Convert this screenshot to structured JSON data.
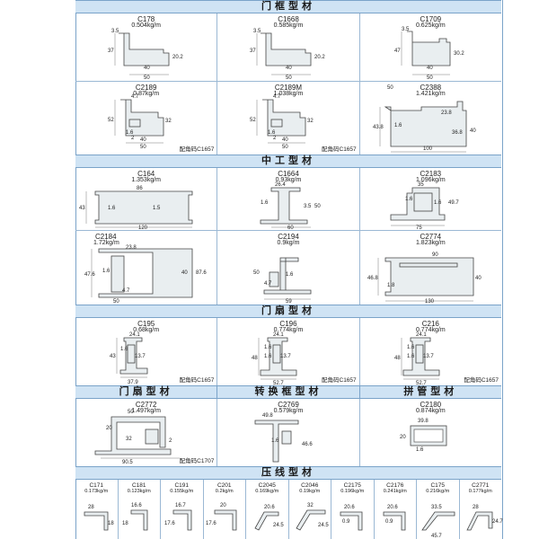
{
  "sections": [
    {
      "title": "门框型材"
    },
    {
      "title": "中工型材"
    },
    {
      "title": "门扇型材"
    },
    {
      "titles": [
        "门扇型材",
        "转换框型材",
        "拼管型材"
      ]
    },
    {
      "title": "压线型材"
    }
  ],
  "rows": [
    [
      {
        "code": "C178",
        "weight": "0.504kg/m",
        "dims": [
          "3.5",
          "37",
          "40",
          "50",
          "20.2"
        ]
      },
      {
        "code": "C1668",
        "weight": "0.585kg/m",
        "dims": [
          "3.5",
          "37",
          "40",
          "50",
          "20.2"
        ]
      },
      {
        "code": "C1709",
        "weight": "0.625kg/m",
        "dims": [
          "3.5",
          "47",
          "40",
          "50",
          "30.2"
        ]
      }
    ],
    [
      {
        "code": "C2189",
        "weight": "0.87kg/m",
        "dims": [
          "4.7",
          "52",
          "32",
          "1.6",
          "2",
          "40",
          "50"
        ],
        "note": "配角码C1657"
      },
      {
        "code": "C2189M",
        "weight": "1.038kg/m",
        "dims": [
          "4.7",
          "52",
          "32",
          "1.6",
          "2",
          "40",
          "50"
        ],
        "note": "配角码C1657"
      },
      {
        "code": "C2388",
        "weight": "1.421kg/m",
        "dims": [
          "50",
          "43.8",
          "1.6",
          "23.8",
          "36.8",
          "40",
          "100"
        ]
      }
    ],
    [
      {
        "code": "C164",
        "weight": "1.353kg/m",
        "dims": [
          "86",
          "43",
          "1.6",
          "1.5",
          "120"
        ]
      },
      {
        "code": "C1664",
        "weight": "0.93kg/m",
        "dims": [
          "26.4",
          "1.6",
          "3.5",
          "60",
          "50"
        ]
      },
      {
        "code": "C2183",
        "weight": "1.096kg/m",
        "dims": [
          "35",
          "1.6",
          "1.6",
          "49.7",
          "75"
        ]
      }
    ],
    [
      {
        "code": "C2184",
        "weight": "1.72kg/m",
        "dims": [
          "23.8",
          "47.6",
          "1.6",
          "40",
          "87.6",
          "4.7",
          "50"
        ]
      },
      {
        "code": "C2194",
        "weight": "0.9kg/m",
        "dims": [
          "50",
          "4.7",
          "1.6",
          "59"
        ]
      },
      {
        "code": "C2774",
        "weight": "1.823kg/m",
        "dims": [
          "90",
          "46.8",
          "1.8",
          "40",
          "130"
        ]
      }
    ],
    [
      {
        "code": "C195",
        "weight": "0.68kg/m",
        "dims": [
          "24.1",
          "43",
          "1.6",
          "13.7",
          "37.9"
        ],
        "note": "配角码C1657"
      },
      {
        "code": "C196",
        "weight": "0.774kg/m",
        "dims": [
          "24.1",
          "48",
          "1.6",
          "1.6",
          "13.7",
          "52.7"
        ],
        "note": "配角码C1657"
      },
      {
        "code": "C216",
        "weight": "0.774kg/m",
        "dims": [
          "24.1",
          "48",
          "1.6",
          "1.6",
          "13.7",
          "52.7"
        ],
        "note": "配角码C1657"
      }
    ],
    [
      {
        "code": "C2772",
        "weight": "1.497kg/m",
        "dims": [
          "50",
          "20",
          "32",
          "90.5",
          "2"
        ],
        "note": "配角码C1707"
      },
      {
        "code": "C2769",
        "weight": "0.579kg/m",
        "dims": [
          "49.8",
          "46.6",
          "1.6"
        ]
      },
      {
        "code": "C2180",
        "weight": "0.874kg/m",
        "dims": [
          "39.8",
          "20",
          "1.6"
        ]
      }
    ]
  ],
  "small": [
    {
      "code": "C171",
      "weight": "0.173kg/m",
      "dims": [
        "28",
        "18"
      ]
    },
    {
      "code": "C181",
      "weight": "0.123kg/m",
      "dims": [
        "16.6",
        "18"
      ]
    },
    {
      "code": "C191",
      "weight": "0.155kg/m",
      "dims": [
        "16.7",
        "17.6"
      ]
    },
    {
      "code": "C201",
      "weight": "0.2kg/m",
      "dims": [
        "20",
        "17.6"
      ]
    },
    {
      "code": "C2045",
      "weight": "0.169kg/m",
      "dims": [
        "20.6",
        "24.5"
      ]
    },
    {
      "code": "C2046",
      "weight": "0.19kg/m",
      "dims": [
        "32",
        "24.5"
      ]
    },
    {
      "code": "C2175",
      "weight": "0.196kg/m",
      "dims": [
        "20.6",
        "0.9"
      ]
    },
    {
      "code": "C2176",
      "weight": "0.241kg/m",
      "dims": [
        "20.6",
        "0.9"
      ]
    },
    {
      "code": "C175",
      "weight": "0.216kg/m",
      "dims": [
        "33.5",
        "45.7"
      ]
    },
    {
      "code": "C2771",
      "weight": "0.177kg/m",
      "dims": [
        "28",
        "24.7"
      ]
    }
  ],
  "colors": {
    "banner": "#cfe3f4",
    "line": "#7aa3c9",
    "profile": "#e9eef0"
  }
}
